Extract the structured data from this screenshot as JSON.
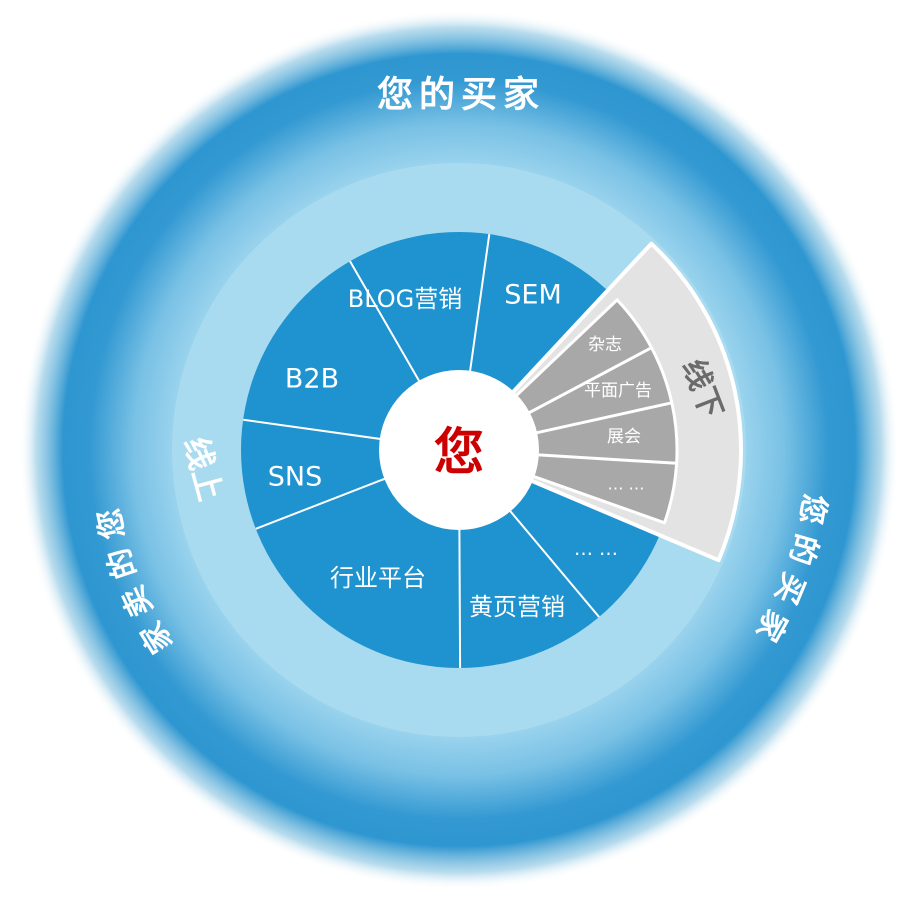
{
  "diagram": {
    "center_label": "您",
    "top_arc_label": "您的买家",
    "left_arc_chars": [
      "您",
      "的",
      "卖",
      "家"
    ],
    "right_arc_chars": [
      "您",
      "的",
      "买",
      "家"
    ],
    "online_ring_label": "线上",
    "offline_wedge_label": "线下",
    "online_sectors": [
      {
        "label": "SEM"
      },
      {
        "label": "BLOG营销"
      },
      {
        "label": "B2B"
      },
      {
        "label": "SNS"
      },
      {
        "label": "行业平台"
      },
      {
        "label": "黄页营销"
      },
      {
        "label": "… …"
      }
    ],
    "offline_sectors": [
      {
        "label": "杂志"
      },
      {
        "label": "平面广告"
      },
      {
        "label": "展会"
      },
      {
        "label": "… …"
      }
    ],
    "colors": {
      "inner_circle_blue": "#1e93cf",
      "pale_ring_blue": "#a9dbf0",
      "outer_ring_blue": "#2e96d0",
      "offline_outer_gray": "#e3e3e3",
      "offline_inner_gray": "#a8a8a8",
      "center_text_red": "#cc0000",
      "offline_text_gray": "#6b6b6b",
      "label_white": "#ffffff"
    }
  }
}
